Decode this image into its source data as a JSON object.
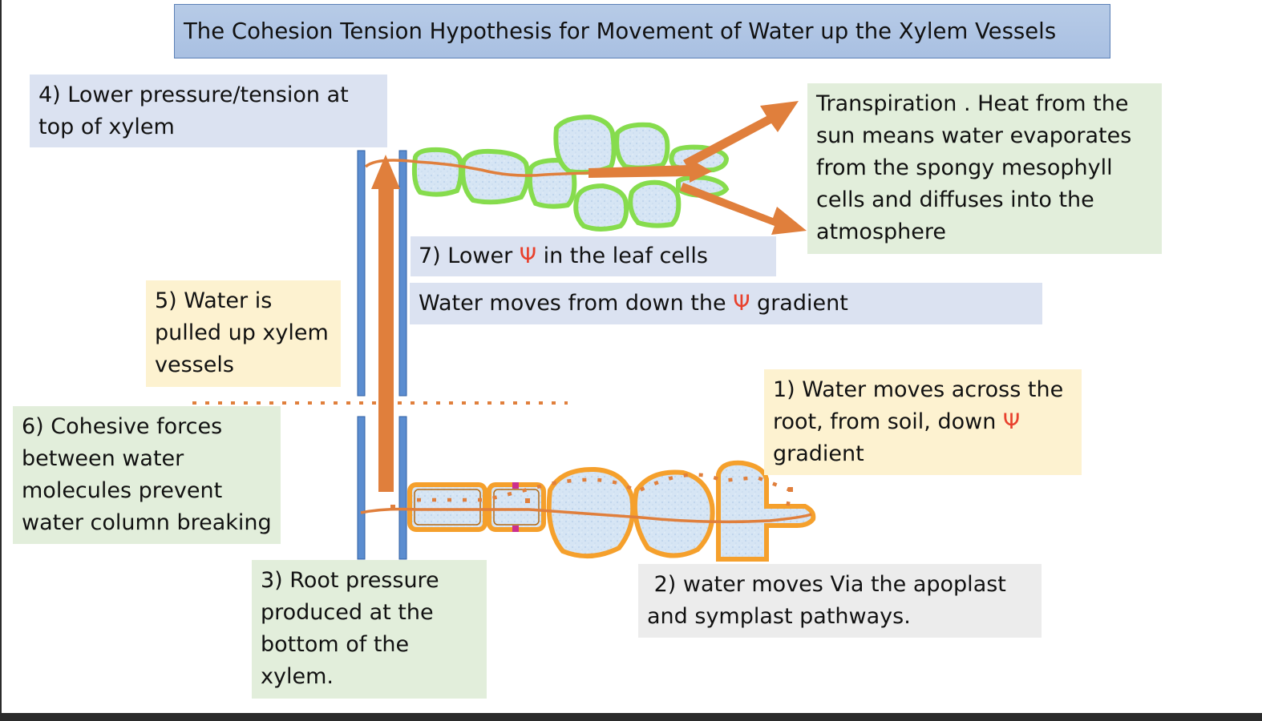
{
  "title": "The Cohesion Tension Hypothesis for Movement of Water up the Xylem Vessels",
  "labels": {
    "step4": "4) Lower pressure/tension at\ntop of xylem",
    "transpiration": "Transpiration . Heat from the\nsun means water evaporates\nfrom the spongy mesophyll\ncells and diffuses into the\natmosphere",
    "step7": {
      "before": "7) Lower ",
      "psi": "Ψ",
      "after": " in the leaf cells"
    },
    "gradient": {
      "before": "Water moves from down the ",
      "psi": "Ψ",
      "after": " gradient"
    },
    "step5": "5) Water is\npulled up xylem\nvessels",
    "step1": {
      "before": "1) Water moves across the\nroot, from soil, down ",
      "psi": "Ψ",
      "after": "\ngradient"
    },
    "step6": "6) Cohesive forces\nbetween water\nmolecules prevent\nwater column breaking",
    "step3": "3) Root pressure\nproduced at the\nbottom of the\nxylem.",
    "step2": " 2) water moves Via the apoplast\nand symplast pathways."
  },
  "colors": {
    "arrow_orange": "#e07f3c",
    "xylem_blue": "#5b8dd0",
    "leaf_cell_green": "#86dc4d",
    "root_cell_orange": "#f5a02c",
    "cell_fill": "#d7e6f5",
    "psi_red": "#e8412d",
    "plasmodesmata_magenta": "#cc2f8f"
  }
}
